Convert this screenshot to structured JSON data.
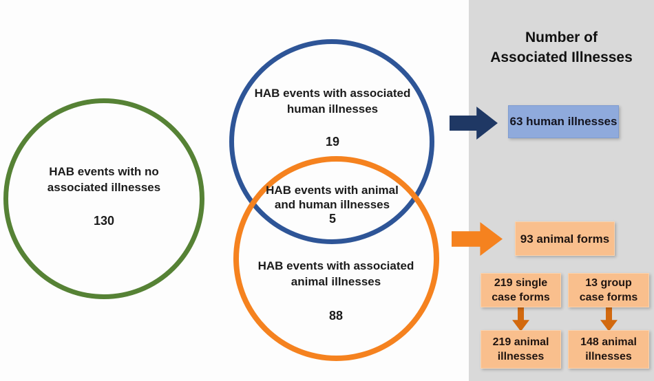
{
  "venn": {
    "no_illness": {
      "label": "HAB events with no\nassociated illnesses",
      "value": "130"
    },
    "human": {
      "label": "HAB events with associated\nhuman illnesses",
      "value": "19"
    },
    "both": {
      "label": "HAB events with animal\nand human illnesses",
      "value": "5"
    },
    "animal": {
      "label": "HAB events with associated\nanimal illnesses",
      "value": "88"
    }
  },
  "panel": {
    "title": "Number of\nAssociated Illnesses",
    "human_illnesses_box": "63 human illnesses",
    "animal_forms_box": "93 animal forms",
    "single_case_box": "219 single\ncase forms",
    "group_case_box": "13 group\ncase forms",
    "single_illnesses_box": "219 animal\nillnesses",
    "group_illnesses_box": "148 animal\nillnesses"
  },
  "icons": {
    "right_arrow_navy": "right-arrow",
    "right_arrow_orange": "right-arrow",
    "down_arrow": "down-arrow"
  },
  "colors": {
    "green_circle": "#568235",
    "blue_circle": "#2e5597",
    "orange_circle": "#f5821f",
    "navy_arrow": "#1f3864",
    "orange_arrow": "#f5821f",
    "down_arrow": "#d2690f",
    "gray_panel": "#d9d9d9",
    "blue_box_fill": "#8faadc",
    "orange_box_fill": "#f9bf8d"
  }
}
